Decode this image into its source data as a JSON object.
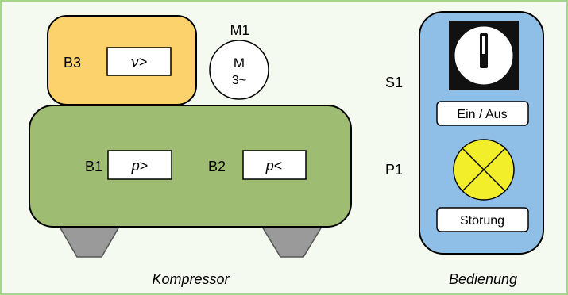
{
  "compressor": {
    "caption": "Kompressor",
    "b1": {
      "label": "B1",
      "symbol": "p",
      "sign": ">"
    },
    "b2": {
      "label": "B2",
      "symbol": "p",
      "sign": "<"
    },
    "b3": {
      "label": "B3",
      "symbol": "v",
      "sign": ">"
    },
    "motor": {
      "label": "M1",
      "letter": "M",
      "phase": "3~"
    }
  },
  "control": {
    "caption": "Bedienung",
    "switch": {
      "label": "S1",
      "button_text": "Ein / Aus"
    },
    "lamp": {
      "label": "P1",
      "button_text": "Störung"
    }
  },
  "colors": {
    "frame_border": "#a6d68a",
    "frame_bg": "#f5faf0",
    "compressor_body": "#9fbd72",
    "sensor_block": "#fbd26b",
    "feet": "#9a9a9a",
    "panel": "#8fbfe6",
    "lamp": "#f2ef2a",
    "switch_bg": "#111111"
  }
}
